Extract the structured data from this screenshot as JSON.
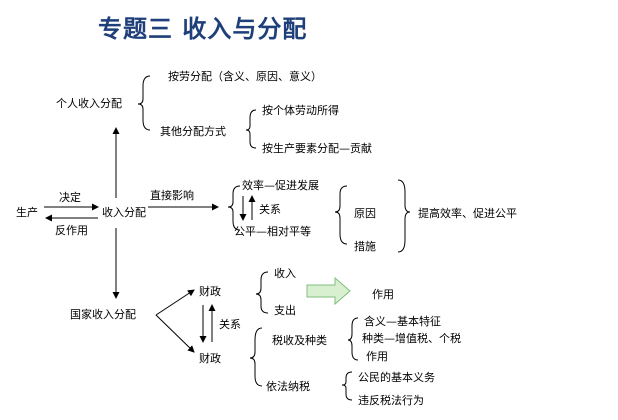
{
  "title": "专题三  收入与分配",
  "nodes": {
    "production": "生产",
    "decide": "决定",
    "counteract": "反作用",
    "income_distribution": "收入分配",
    "personal_income": "个人收入分配",
    "labor_distribution": "按劳分配（含义、原因、意义）",
    "other_methods": "其他分配方式",
    "individual_labor": "按个体劳动所得",
    "production_factors": "按生产要素分配—贡献",
    "direct_influence": "直接影响",
    "efficiency": "效率—促进发展",
    "relation": "关系",
    "fairness": "公平—相对平等",
    "reason": "原因",
    "measures": "措施",
    "improve": "提高效率、促进公平",
    "national_income": "国家收入分配",
    "finance_top": "财政",
    "finance_bottom": "财政",
    "relation2": "关系",
    "revenue": "收入",
    "expenditure": "支出",
    "function": "作用",
    "tax_types": "税收及种类",
    "meaning": "含义—基本特征",
    "kinds": "种类—增值税、个税",
    "function2": "作用",
    "lawful_tax": "依法纳税",
    "citizen_duty": "公民的基本义务",
    "tax_violation": "违反税法行为"
  },
  "icons": {
    "expenditure_arrow": "block-arrow-right-icon"
  },
  "colors": {
    "title": "#1f3f7a",
    "line": "#000000",
    "arrow_fill": "#d8f0d0",
    "arrow_stroke": "#7fbf7f"
  }
}
